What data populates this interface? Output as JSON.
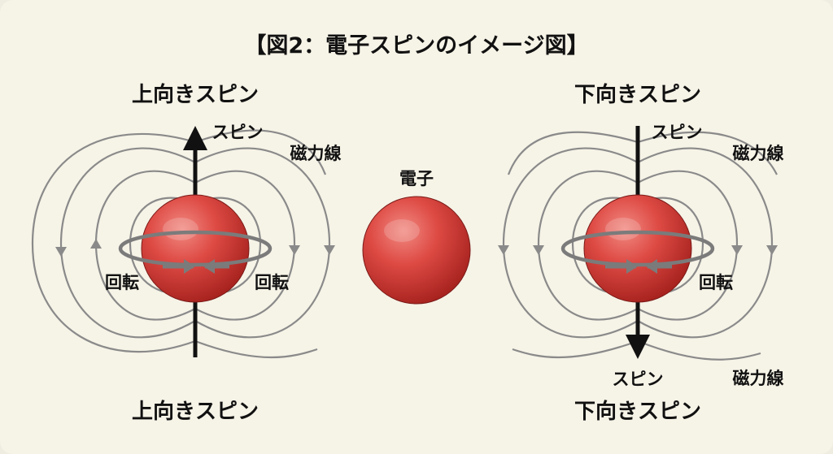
{
  "title": "【図2：電子スピンのイメージ図】",
  "left": {
    "heading_top": "上向きスピン",
    "heading_bottom": "上向きスピン",
    "spin_label": "スピン",
    "field_label": "磁力線",
    "rotation_left": "回転",
    "rotation_right": "回転"
  },
  "center": {
    "label": "電子"
  },
  "right": {
    "heading_top": "下向きスピン",
    "heading_bottom": "下向きスピン",
    "spin_label_top": "スピン",
    "spin_label_bottom": "スピン",
    "field_label_top": "磁力線",
    "field_label_bottom": "磁力線",
    "rotation_right": "回転"
  },
  "colors": {
    "electron": "#d9443f",
    "field_line": "#8a8a8a",
    "arrow": "#111111",
    "background": "#f6f3e7"
  }
}
